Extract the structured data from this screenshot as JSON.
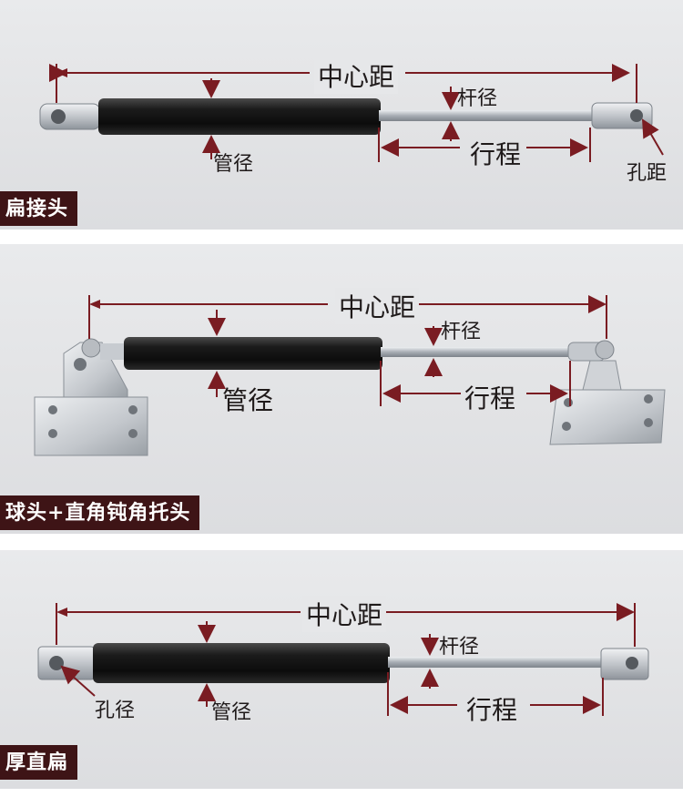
{
  "panels": [
    {
      "badge": "扁接头",
      "labels": {
        "center_distance": "中心距",
        "rod_diameter": "杆径",
        "tube_diameter": "管径",
        "stroke": "行程",
        "hole_distance": "孔距"
      }
    },
    {
      "badge": "球头+直角钝角托头",
      "labels": {
        "center_distance": "中心距",
        "rod_diameter": "杆径",
        "tube_diameter": "管径",
        "stroke": "行程"
      }
    },
    {
      "badge": "厚直扁",
      "labels": {
        "center_distance": "中心距",
        "rod_diameter": "杆径",
        "tube_diameter": "管径",
        "stroke": "行程",
        "hole_diameter": "孔径"
      }
    }
  ],
  "colors": {
    "dimension_line": "#7a1c22",
    "badge_bg": "#3e1416",
    "tube": "#151515",
    "rod": "#b9bec4",
    "bracket": "#c9ccd1"
  }
}
